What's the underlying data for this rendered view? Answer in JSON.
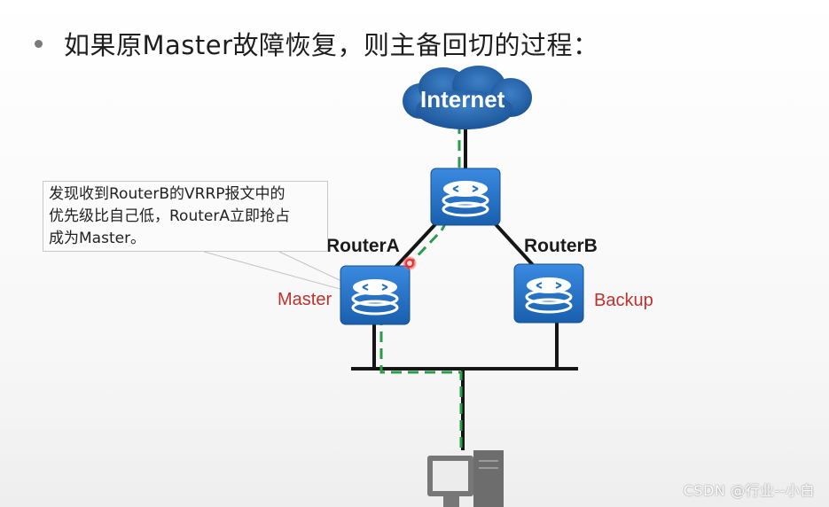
{
  "slide": {
    "headline": "如果原Master故障恢复，则主备回切的过程："
  },
  "diagram": {
    "cloud_label": "Internet",
    "routerA_label": "RouterA",
    "routerB_label": "RouterB",
    "master_role": "Master",
    "backup_role": "Backup",
    "callout_lines": [
      "发现收到RouterB的VRRP报文中的",
      "优先级比自己低，RouterA立即抢占",
      "成为Master。"
    ]
  },
  "colors": {
    "router_blue": "#1f6fbf",
    "cloud_blue": "#2266aa",
    "path_green": "#2a9d4a",
    "role_red": "#c0302c"
  },
  "watermark": "CSDN @行业--小白"
}
